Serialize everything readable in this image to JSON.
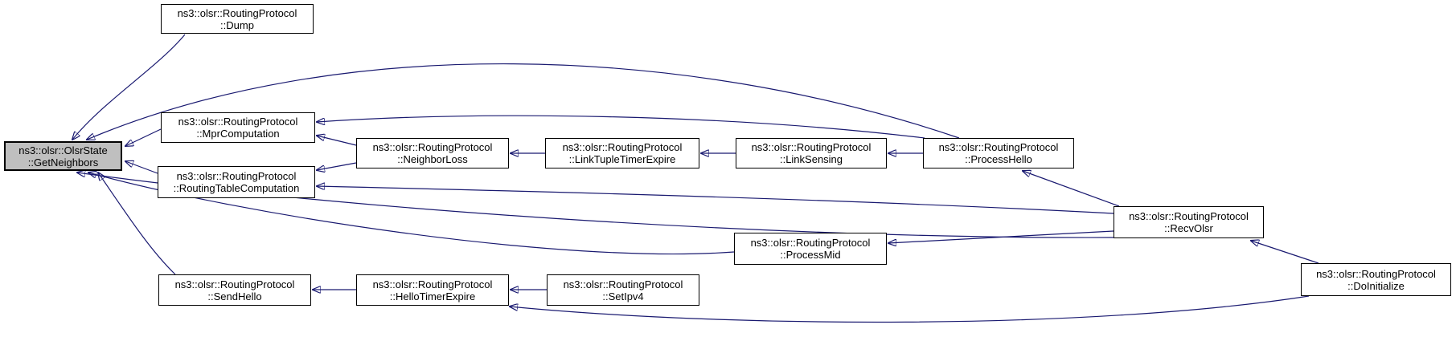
{
  "diagram": {
    "kind": "doxygen-caller-graph",
    "root_function": "ns3::olsr::OlsrState::GetNeighbors"
  },
  "colors": {
    "background": "#ffffff",
    "edge": "#191970",
    "node_fill": "#ffffff",
    "node_border": "#000000",
    "highlight_fill": "#bfbfbf"
  },
  "nodes": {
    "getneighbors": {
      "line1": "ns3::olsr::OlsrState",
      "line2": "::GetNeighbors"
    },
    "dump": {
      "line1": "ns3::olsr::RoutingProtocol",
      "line2": "::Dump"
    },
    "mprcomputation": {
      "line1": "ns3::olsr::RoutingProtocol",
      "line2": "::MprComputation"
    },
    "routingtablecomputation": {
      "line1": "ns3::olsr::RoutingProtocol",
      "line2": "::RoutingTableComputation"
    },
    "neighborloss": {
      "line1": "ns3::olsr::RoutingProtocol",
      "line2": "::NeighborLoss"
    },
    "linktupletimerexpire": {
      "line1": "ns3::olsr::RoutingProtocol",
      "line2": "::LinkTupleTimerExpire"
    },
    "linksensing": {
      "line1": "ns3::olsr::RoutingProtocol",
      "line2": "::LinkSensing"
    },
    "processhello": {
      "line1": "ns3::olsr::RoutingProtocol",
      "line2": "::ProcessHello"
    },
    "processmid": {
      "line1": "ns3::olsr::RoutingProtocol",
      "line2": "::ProcessMid"
    },
    "recvolsr": {
      "line1": "ns3::olsr::RoutingProtocol",
      "line2": "::RecvOlsr"
    },
    "doinitialize": {
      "line1": "ns3::olsr::RoutingProtocol",
      "line2": "::DoInitialize"
    },
    "sendhello": {
      "line1": "ns3::olsr::RoutingProtocol",
      "line2": "::SendHello"
    },
    "hellotimerexpire": {
      "line1": "ns3::olsr::RoutingProtocol",
      "line2": "::HelloTimerExpire"
    },
    "setipv4": {
      "line1": "ns3::olsr::RoutingProtocol",
      "line2": "::SetIpv4"
    }
  },
  "edges": [
    {
      "from": "dump",
      "to": "getneighbors"
    },
    {
      "from": "processhello",
      "to": "getneighbors"
    },
    {
      "from": "mprcomputation",
      "to": "getneighbors"
    },
    {
      "from": "routingtablecomputation",
      "to": "getneighbors"
    },
    {
      "from": "neighborloss",
      "to": "mprcomputation"
    },
    {
      "from": "processhello",
      "to": "mprcomputation"
    },
    {
      "from": "neighborloss",
      "to": "routingtablecomputation"
    },
    {
      "from": "recvolsr",
      "to": "routingtablecomputation"
    },
    {
      "from": "linktupletimerexpire",
      "to": "neighborloss"
    },
    {
      "from": "linksensing",
      "to": "linktupletimerexpire"
    },
    {
      "from": "processhello",
      "to": "linksensing"
    },
    {
      "from": "recvolsr",
      "to": "processhello"
    },
    {
      "from": "recvolsr",
      "to": "processmid"
    },
    {
      "from": "processmid",
      "to": "getneighbors"
    },
    {
      "from": "recvolsr",
      "to": "getneighbors"
    },
    {
      "from": "sendhello",
      "to": "getneighbors"
    },
    {
      "from": "hellotimerexpire",
      "to": "sendhello"
    },
    {
      "from": "setipv4",
      "to": "hellotimerexpire"
    },
    {
      "from": "doinitialize",
      "to": "hellotimerexpire"
    },
    {
      "from": "doinitialize",
      "to": "recvolsr"
    }
  ]
}
